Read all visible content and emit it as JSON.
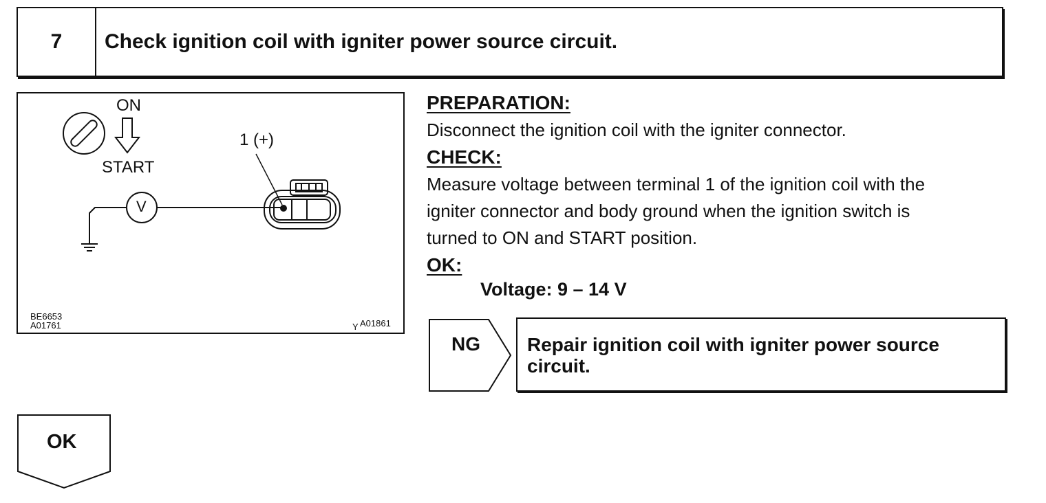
{
  "step": {
    "number": "7",
    "title": "Check ignition coil with igniter power source circuit."
  },
  "figure": {
    "switch_on": "ON",
    "switch_start": "START",
    "terminal_label": "1 (+)",
    "meter_symbol": "V",
    "code_left_1": "BE6653",
    "code_left_2": "A01761",
    "code_right_prefix": "Y",
    "code_right": "A01861"
  },
  "preparation": {
    "heading": "PREPARATION:",
    "text": "Disconnect the ignition coil with the igniter connector."
  },
  "check": {
    "heading": "CHECK:",
    "lines": [
      "Measure voltage between terminal 1 of the ignition coil with the",
      "igniter connector and body ground when the ignition switch is",
      "turned to ON and START position."
    ]
  },
  "ok_spec": {
    "heading": "OK:",
    "value": "Voltage: 9 – 14 V"
  },
  "ng": {
    "label": "NG",
    "action": "Repair ignition coil with igniter power source circuit."
  },
  "ok_arrow": {
    "label": "OK"
  }
}
